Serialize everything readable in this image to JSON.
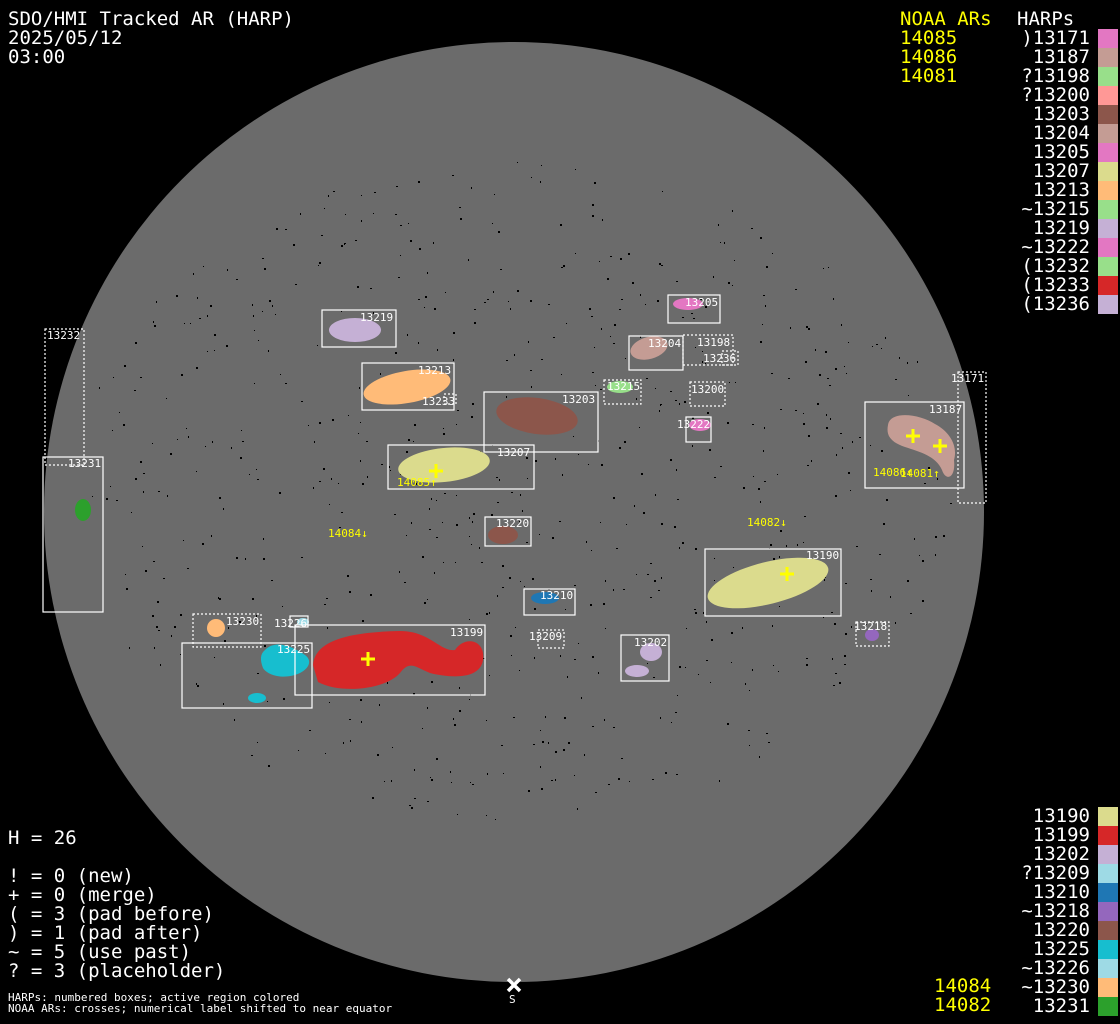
{
  "header": {
    "title": "SDO/HMI Tracked AR (HARP)",
    "date": "2025/05/12",
    "time": "03:00"
  },
  "noaa_top": {
    "heading": "NOAA ARs",
    "items": [
      "14085",
      "14086",
      "14081"
    ]
  },
  "harps_top": {
    "heading": "HARPs",
    "items": [
      {
        "label": ")13171",
        "color": "#e377c2"
      },
      {
        "label": "13187",
        "color": "#c49c94"
      },
      {
        "label": "?13198",
        "color": "#98df8a"
      },
      {
        "label": "?13200",
        "color": "#ff9896"
      },
      {
        "label": "13203",
        "color": "#8c564b"
      },
      {
        "label": "13204",
        "color": "#c49c94"
      },
      {
        "label": "13205",
        "color": "#e377c2"
      },
      {
        "label": "13207",
        "color": "#dbdb8d"
      },
      {
        "label": "13213",
        "color": "#ffbb78"
      },
      {
        "label": "~13215",
        "color": "#98df8a"
      },
      {
        "label": "13219",
        "color": "#c5b0d5"
      },
      {
        "label": "~13222",
        "color": "#e377c2"
      },
      {
        "label": "(13232",
        "color": "#98df8a"
      },
      {
        "label": "(13233",
        "color": "#d62728"
      },
      {
        "label": "(13236",
        "color": "#c5b0d5"
      }
    ]
  },
  "harps_bottom": {
    "items": [
      {
        "label": "13190",
        "color": "#dbdb8d"
      },
      {
        "label": "13199",
        "color": "#d62728"
      },
      {
        "label": "13202",
        "color": "#c5b0d5"
      },
      {
        "label": "?13209",
        "color": "#9edae5"
      },
      {
        "label": "13210",
        "color": "#1f77b4"
      },
      {
        "label": "~13218",
        "color": "#9467bd"
      },
      {
        "label": "13220",
        "color": "#8c564b"
      },
      {
        "label": "13225",
        "color": "#17becf"
      },
      {
        "label": "~13226",
        "color": "#9edae5"
      },
      {
        "label": "~13230",
        "color": "#ffbb78"
      },
      {
        "label": "13231",
        "color": "#2ca02c"
      }
    ]
  },
  "noaa_bottom": {
    "items": [
      "14084",
      "14082"
    ]
  },
  "stats": {
    "h": "H = 26",
    "lines": [
      "! = 0 (new)",
      "+ = 0 (merge)",
      "( = 3 (pad before)",
      ") = 1 (pad after)",
      "~ = 5 (use past)",
      "? = 3 (placeholder)"
    ]
  },
  "footer": {
    "line1": "HARPs: numbered boxes; active region colored",
    "line2": "NOAA ARs: crosses; numerical label shifted to near equator"
  },
  "disk": {
    "south_label": "S",
    "disk_color": "#6b6b6b"
  },
  "harp_labels": {
    "h13171": "13171",
    "h13187": "13187",
    "h13190": "13190",
    "h13198": "13198",
    "h13199": "13199",
    "h13200": "13200",
    "h13202": "13202",
    "h13203": "13203",
    "h13204": "13204",
    "h13205": "13205",
    "h13207": "13207",
    "h13209": "13209",
    "h13210": "13210",
    "h13213": "13213",
    "h13215": "13215",
    "h13218": "13218",
    "h13219": "13219",
    "h13220": "13220",
    "h13222": "13222",
    "h13225": "13225",
    "h13226": "13226",
    "h13230": "13230",
    "h13231": "13231",
    "h13232": "13232",
    "h13233": "13233",
    "h13236": "13236"
  },
  "noaa_labels": {
    "n14085": "14085↑",
    "n14086": "14086↑",
    "n14081": "14081↑",
    "n14084": "14084↓",
    "n14082": "14082↓"
  }
}
